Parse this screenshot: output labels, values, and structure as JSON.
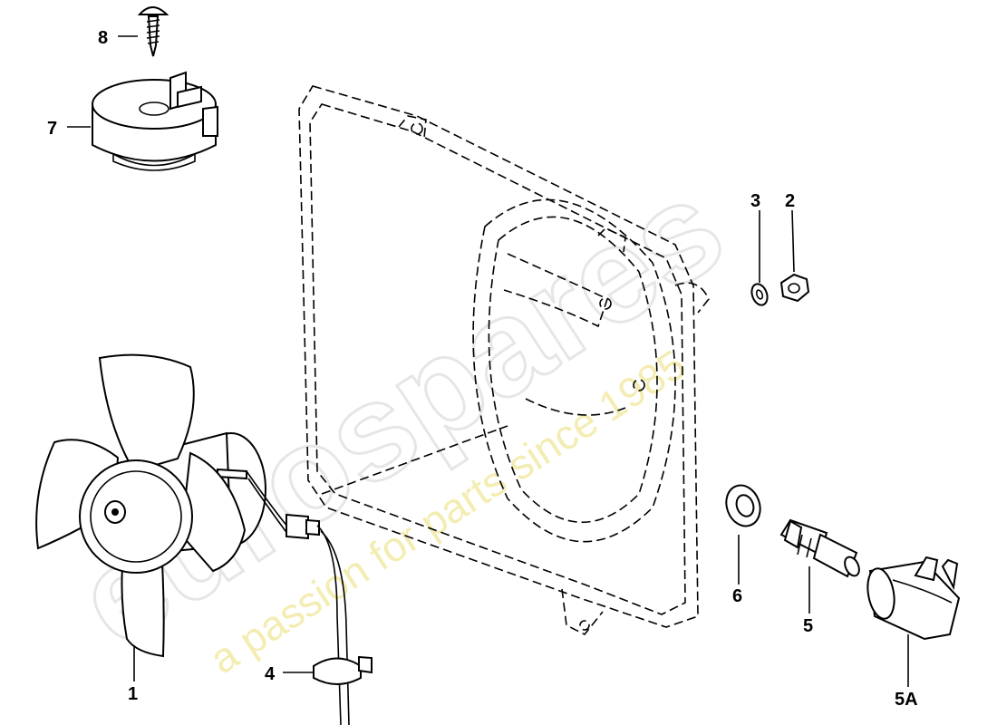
{
  "diagram": {
    "watermark": {
      "brand": "eurospares",
      "tagline": "a passion for parts since 1985"
    },
    "callouts": {
      "p1": "1",
      "p2": "2",
      "p3": "3",
      "p4": "4",
      "p5": "5",
      "p5a": "5A",
      "p6": "6",
      "p7": "7",
      "p8": "8"
    },
    "colors": {
      "line": "#000000",
      "background": "#ffffff",
      "watermark_grey": "#e6e6e6",
      "watermark_yellow": "#f2eaa6"
    }
  }
}
